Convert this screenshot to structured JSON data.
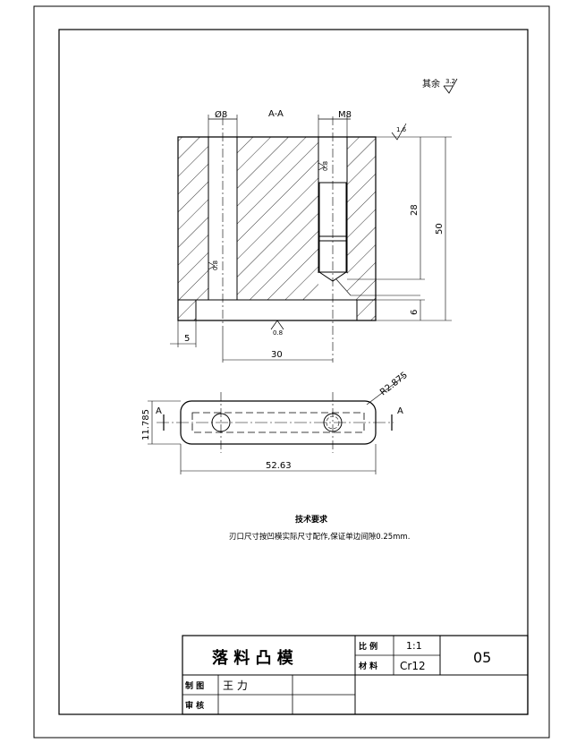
{
  "section": {
    "title": "A-A",
    "hole_left": "Ø8",
    "hole_right": "M8"
  },
  "surface_finish": {
    "other_prefix": "其余",
    "other_value": "3.2",
    "top_value": "1.6",
    "inner_left": "0.8",
    "inner_right": "0.8",
    "bottom_value": "0.8"
  },
  "dimensions": {
    "d5": "5",
    "d30": "30",
    "d28": "28",
    "d50": "50",
    "d6": "6",
    "d52_63": "52.63",
    "d11_785": "11.785",
    "radius": "R2.875",
    "section_mark": "A"
  },
  "notes": {
    "heading": "技术要求",
    "body": "刃口尺寸按凹模实际尺寸配作,保证单边间隙0.25mm."
  },
  "title_block": {
    "part_name": "落  料  凸  模",
    "scale_label": "比 例",
    "scale_value": "1:1",
    "material_label": "材 料",
    "material_value": "Cr12",
    "drawing_no": "05",
    "drawn_label": "制 图",
    "drawn_name": "王      力",
    "checked_label": "审 核"
  }
}
